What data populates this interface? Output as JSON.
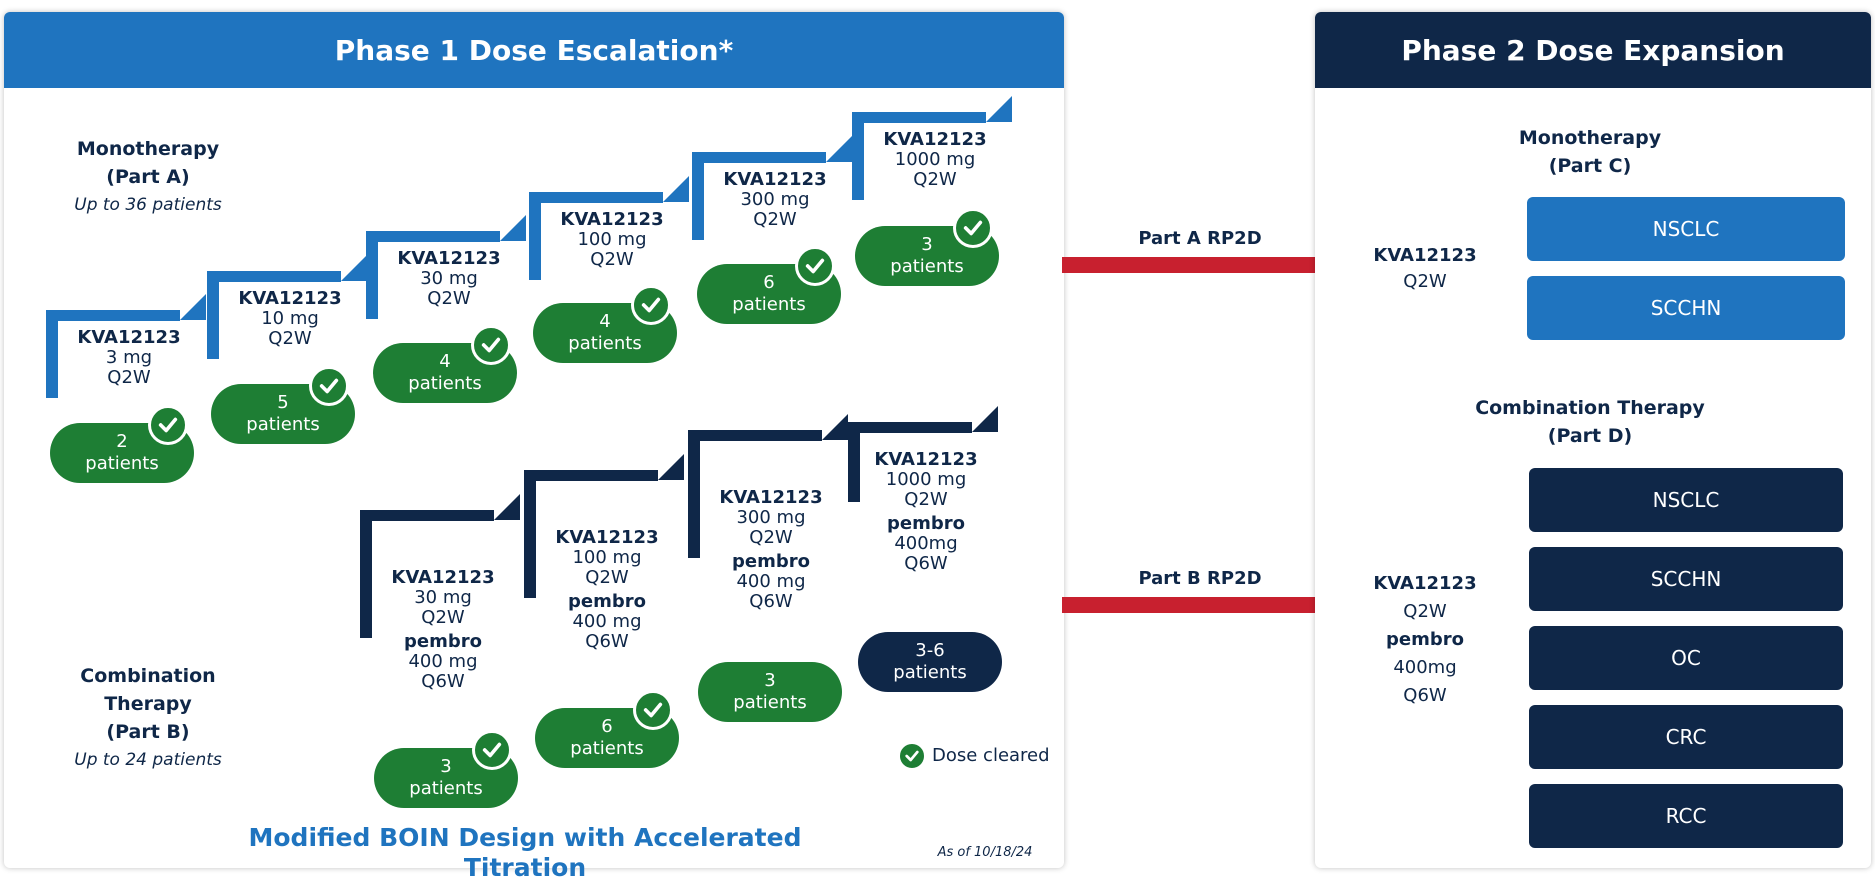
{
  "phase1": {
    "title": "Phase 1 Dose Escalation*",
    "mono_label": {
      "line1": "Monotherapy",
      "line2": "(Part A)",
      "note": "Up to 36 patients"
    },
    "combo_label": {
      "line1": "Combination",
      "line2": "Therapy",
      "line3": "(Part B)",
      "note": "Up to 24 patients"
    },
    "mono_steps": [
      {
        "drug": "KVA12123",
        "dose": "3 mg",
        "sched": "Q2W",
        "patients": "2",
        "unit": "patients",
        "cleared": true
      },
      {
        "drug": "KVA12123",
        "dose": "10 mg",
        "sched": "Q2W",
        "patients": "5",
        "unit": "patients",
        "cleared": true
      },
      {
        "drug": "KVA12123",
        "dose": "30 mg",
        "sched": "Q2W",
        "patients": "4",
        "unit": "patients",
        "cleared": true
      },
      {
        "drug": "KVA12123",
        "dose": "100 mg",
        "sched": "Q2W",
        "patients": "4",
        "unit": "patients",
        "cleared": true
      },
      {
        "drug": "KVA12123",
        "dose": "300 mg",
        "sched": "Q2W",
        "patients": "6",
        "unit": "patients",
        "cleared": true
      },
      {
        "drug": "KVA12123",
        "dose": "1000 mg",
        "sched": "Q2W",
        "patients": "3",
        "unit": "patients",
        "cleared": true
      }
    ],
    "combo_steps": [
      {
        "drug": "KVA12123",
        "dose": "30 mg",
        "sched": "Q2W",
        "combo": "pembro",
        "combo_dose": "400 mg",
        "combo_sched": "Q6W",
        "patients": "3",
        "unit": "patients",
        "cleared": true
      },
      {
        "drug": "KVA12123",
        "dose": "100 mg",
        "sched": "Q2W",
        "combo": "pembro",
        "combo_dose": "400 mg",
        "combo_sched": "Q6W",
        "patients": "6",
        "unit": "patients",
        "cleared": true
      },
      {
        "drug": "KVA12123",
        "dose": "300 mg",
        "sched": "Q2W",
        "combo": "pembro",
        "combo_dose": "400 mg",
        "combo_sched": "Q6W",
        "patients": "3",
        "unit": "patients",
        "cleared": false
      },
      {
        "drug": "KVA12123",
        "dose": "1000 mg",
        "sched": "Q2W",
        "combo": "pembro",
        "combo_dose": "400mg",
        "combo_sched": "Q6W",
        "patients": "3-6",
        "unit": "patients",
        "cleared": false
      }
    ],
    "legend": "Dose cleared",
    "design": "Modified BOIN Design with Accelerated Titration",
    "asof": "As of 10/18/24"
  },
  "arrows": {
    "a": "Part A RP2D",
    "b": "Part B RP2D"
  },
  "phase2": {
    "title": "Phase 2 Dose Expansion",
    "mono": {
      "line1": "Monotherapy",
      "line2": "(Part C)",
      "drug": "KVA12123",
      "sched": "Q2W",
      "indications": [
        "NSCLC",
        "SCCHN"
      ]
    },
    "combo": {
      "line1": "Combination Therapy",
      "line2": "(Part D)",
      "drug": "KVA12123",
      "sched": "Q2W",
      "combo": "pembro",
      "combo_dose": "400mg",
      "combo_sched": "Q6W",
      "indications": [
        "NSCLC",
        "SCCHN",
        "OC",
        "CRC",
        "RCC"
      ]
    }
  },
  "colors": {
    "blue": "#1f74bf",
    "navy": "#0f2748",
    "green": "#1e7e34",
    "red": "#c8202f"
  }
}
